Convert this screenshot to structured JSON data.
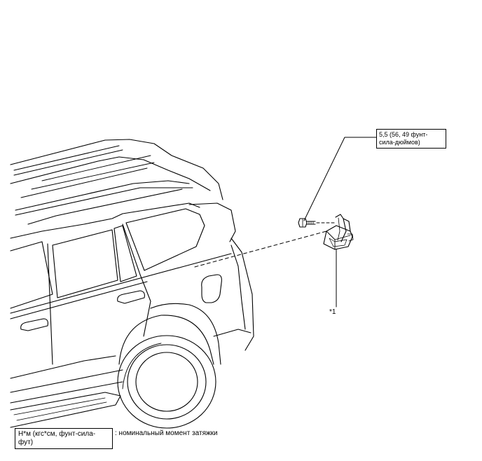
{
  "callout": {
    "torque": "5,5 (56, 49 фунт-сила-дюймов)"
  },
  "part": {
    "label": "*1"
  },
  "legend": {
    "unit_box": "Н*м (кгс*см, фунт-сила-фут)",
    "description": ": номинальный момент затяжки"
  },
  "icons": {
    "vehicle": "suv-rear-quarter-illustration",
    "bolt": "bolt-icon",
    "bracket": "sensor-bracket-part"
  }
}
